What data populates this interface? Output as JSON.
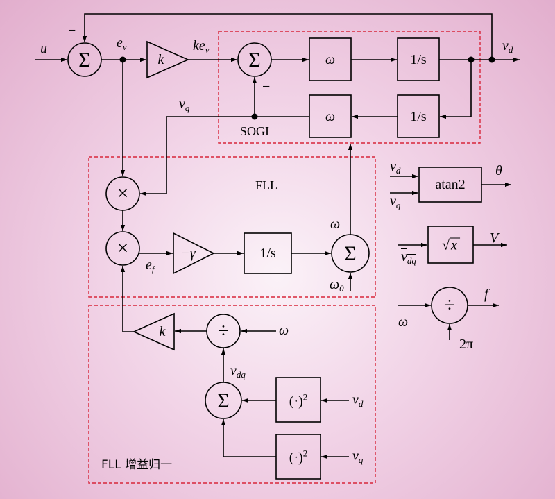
{
  "sogi": {
    "region_label": "SOGI",
    "sum": "Σ",
    "omega_top": "ω",
    "integrator_top": "1/s",
    "omega_bottom": "ω",
    "integrator_bottom": "1/s",
    "minus": "−"
  },
  "input": {
    "u": "u",
    "sum": "Σ",
    "minus": "−",
    "ev": "e",
    "ev_sub": "v",
    "gain_k": "k",
    "kev": "ke",
    "kev_sub": "v"
  },
  "outputs": {
    "vd": "v",
    "vd_sub": "d",
    "vq": "v",
    "vq_sub": "q"
  },
  "fll": {
    "region_label": "FLL",
    "mult": "×",
    "gamma": "−γ",
    "integrator": "1/s",
    "sum": "Σ",
    "omega": "ω",
    "omega0": "ω",
    "omega0_sub": "0",
    "ef": "e",
    "ef_sub": "f"
  },
  "norm": {
    "region_label": "FLL 增益归一",
    "gain_k": "k",
    "divide": "÷",
    "omega_in": "ω",
    "vdq": "v",
    "vdq_sub": "dq",
    "sum": "Σ",
    "square1": "(·)",
    "square2": "(·)",
    "exp": "2",
    "vd_in": "v",
    "vd_in_sub": "d",
    "vq_in": "v",
    "vq_in_sub": "q"
  },
  "side": {
    "atan_vd": "v",
    "atan_vd_sub": "d",
    "atan_vq": "v",
    "atan_vq_sub": "q",
    "atan2": "atan2",
    "theta": "θ",
    "sqrt_in": "v",
    "sqrt_in_sub": "dq",
    "sqrt_x": "x",
    "sqrt_sym": "√",
    "V": "V",
    "div_omega": "ω",
    "div_sym": "÷",
    "f": "f",
    "two_pi": "2π"
  }
}
